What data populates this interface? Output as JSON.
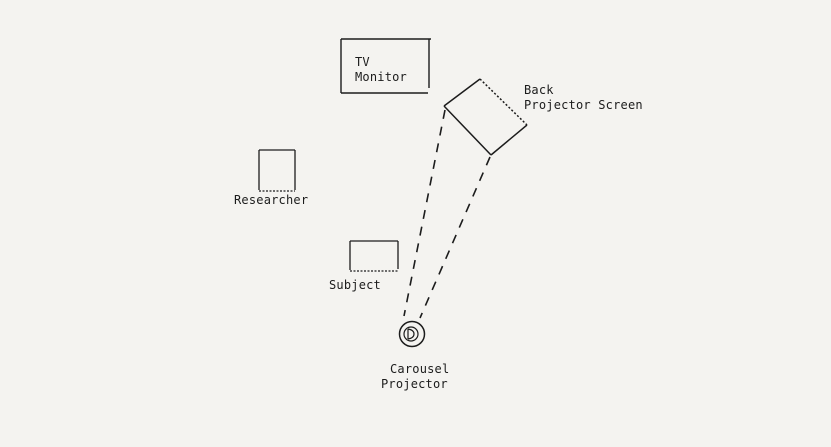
{
  "diagram": {
    "tv_monitor": {
      "line1": "TV",
      "line2": "Monitor"
    },
    "back_projector_screen": {
      "line1": "Back",
      "line2": "Projector Screen"
    },
    "researcher": {
      "label": "Researcher"
    },
    "subject": {
      "label": "Subject"
    },
    "carousel_projector": {
      "line1": "Carousel",
      "line2": "Projector"
    }
  },
  "colors": {
    "ink": "#1c1c1c",
    "paper": "#f4f3f0"
  }
}
